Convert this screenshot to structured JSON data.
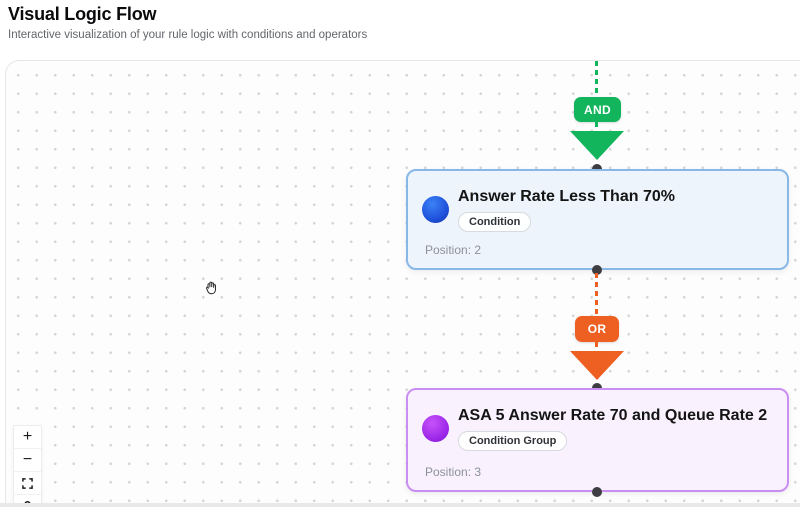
{
  "header": {
    "title": "Visual Logic Flow",
    "subtitle": "Interactive visualization of your rule logic with conditions and operators"
  },
  "flow": {
    "edges": [
      {
        "operator": "AND",
        "color": "#12b55c",
        "style": "dashed-arrow"
      },
      {
        "operator": "OR",
        "color": "#ee5f22",
        "style": "dashed-arrow"
      }
    ],
    "nodes": [
      {
        "title": "Answer Rate Less Than 70%",
        "type_label": "Condition",
        "position_label": "Position: 2",
        "accent_color": "#1d4ed8",
        "background": "#edf4fc",
        "border_color": "#88b8e8"
      },
      {
        "title": "ASA 5 Answer Rate 70 and Queue Rate 2",
        "type_label": "Condition Group",
        "position_label": "Position: 3",
        "accent_color": "#9b27e8",
        "background": "#f9f1fd",
        "border_color": "#c98ff0"
      }
    ]
  },
  "controls": {
    "buttons": [
      {
        "icon": "plus-icon",
        "glyph": "+"
      },
      {
        "icon": "minus-icon",
        "glyph": "−"
      },
      {
        "icon": "fit-view-icon"
      },
      {
        "icon": "lock-icon"
      }
    ]
  },
  "canvas": {
    "background": "#fdfdfd",
    "dot_color": "#d6d6d6",
    "handle_color": "#3d3d42",
    "cursor_icon": "grab-hand-cursor"
  }
}
